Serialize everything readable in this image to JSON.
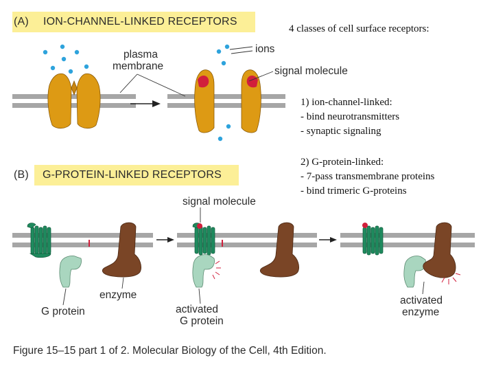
{
  "panel_a": {
    "letter": "(A)",
    "title": "ION-CHANNEL-LINKED  RECEPTORS",
    "labels": {
      "plasma_membrane_1": "plasma",
      "plasma_membrane_2": "membrane",
      "ions": "ions",
      "signal_molecule": "signal molecule"
    }
  },
  "panel_b": {
    "letter": "(B)",
    "title": "G-PROTEIN-LINKED  RECEPTORS",
    "labels": {
      "signal_molecule": "signal molecule",
      "enzyme": "enzyme",
      "g_protein": "G protein",
      "activated_g_protein_1": "activated",
      "activated_g_protein_2": "G protein",
      "activated_enzyme_1": "activated",
      "activated_enzyme_2": "enzyme"
    }
  },
  "notes": {
    "heading": "4 classes of cell surface receptors:",
    "item1_title": "1) ion-channel-linked:",
    "item1_line1": "- bind neurotransmitters",
    "item1_line2": "- synaptic signaling",
    "item2_title": "2) G-protein-linked:",
    "item2_line1": "- 7-pass transmembrane proteins",
    "item2_line2": "- bind trimeric G-proteins"
  },
  "caption": "Figure 15–15 part 1 of 2. Molecular Biology of the Cell, 4th Edition.",
  "colors": {
    "label_bg": "#fcef97",
    "membrane": "#a6a6a6",
    "channel": "#dd9a14",
    "signal": "#d11f3c",
    "ion": "#2ea3dc",
    "receptor": "#1f8a5e",
    "g_protein": "#a9d6bf",
    "enzyme": "#7a4526"
  }
}
